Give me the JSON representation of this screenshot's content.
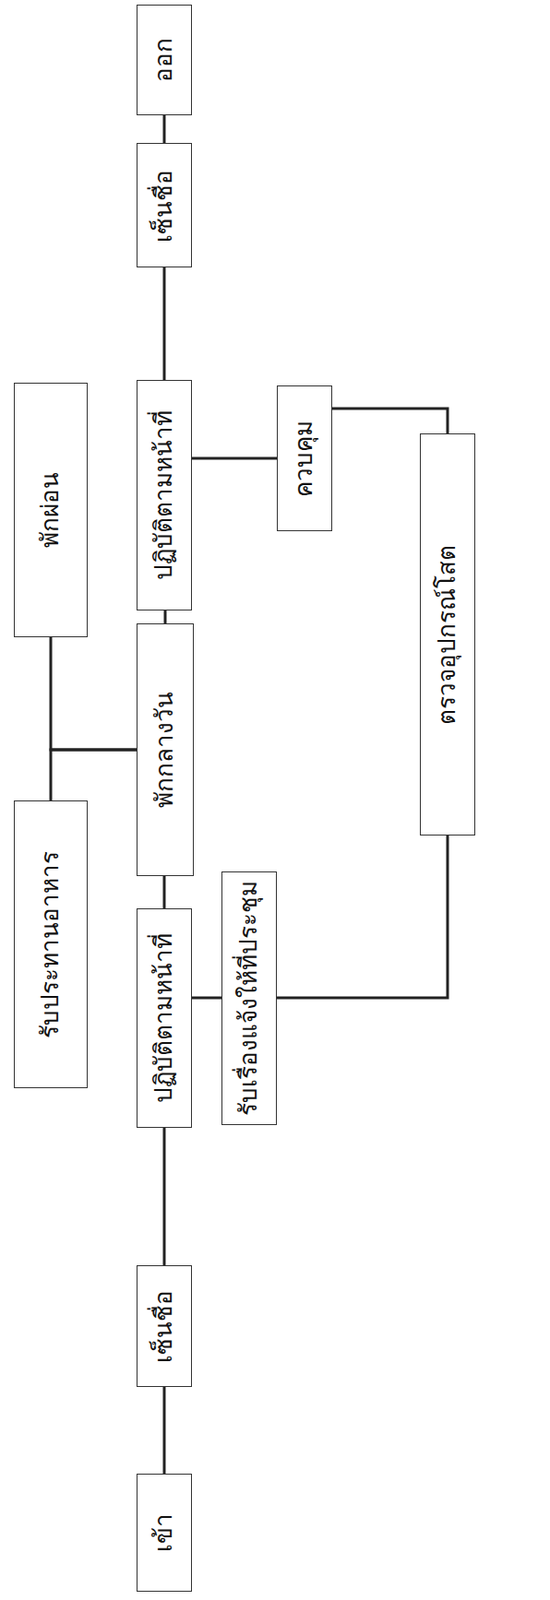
{
  "diagram": {
    "nodes": [
      {
        "text": [
          "เข้า"
        ]
      },
      {
        "text": [
          "เซ็นชื่อ"
        ]
      },
      {
        "text": [
          "ปฏิบัติตามหน้าที่"
        ]
      },
      {
        "text": [
          "รับเรื่องแจ้งให้ที่ประชุม"
        ]
      },
      {
        "text": [
          "รับประทานอาหาร"
        ]
      },
      {
        "text": [
          "พักกลางวัน"
        ]
      },
      {
        "text": [
          "พักผ่อน"
        ]
      },
      {
        "text": [
          "ตรวจอุปกรณ์โสต"
        ]
      },
      {
        "text": [
          "ปฏิบัติตามหน้าที่"
        ]
      },
      {
        "text": [
          "ควบคุม"
        ]
      },
      {
        "text": [
          "เซ็นชื่อ"
        ]
      },
      {
        "text": [
          "ออก"
        ]
      }
    ],
    "edges": [
      {
        "from": 0,
        "to": 1,
        "arrow": "none"
      },
      {
        "from": 1,
        "to": 2,
        "arrow": "none"
      },
      {
        "from": 2,
        "to": 5,
        "arrow": "none"
      },
      {
        "from": 5,
        "to": 8,
        "arrow": "none"
      },
      {
        "from": 8,
        "to": 10,
        "arrow": "none"
      },
      {
        "from": 10,
        "to": 11,
        "arrow": "none"
      },
      {
        "from": 2,
        "to": 3,
        "arrow": "none"
      },
      {
        "from": 3,
        "to": 7,
        "arrow": "none"
      },
      {
        "from": 5,
        "to": 4,
        "arrow": "none"
      },
      {
        "from": 5,
        "to": 6,
        "arrow": "none"
      },
      {
        "from": 8,
        "to": 9,
        "arrow": "none"
      },
      {
        "from": 9,
        "to": 7,
        "arrow": "none"
      }
    ]
  }
}
